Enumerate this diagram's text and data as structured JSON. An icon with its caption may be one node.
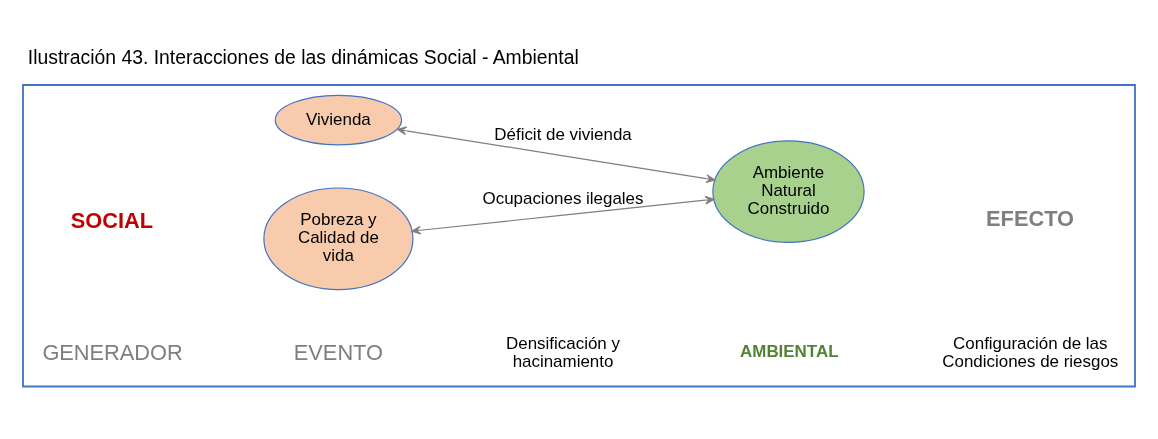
{
  "diagram": {
    "title": "Ilustración 43. Interacciones de las dinámicas Social - Ambiental",
    "nodes": [
      {
        "text": [],
        "shape": "box"
      },
      {
        "text": [
          "Vivienda"
        ],
        "in": 0
      },
      {
        "text": [
          "Pobreza y Calidad de vida"
        ],
        "in": 0
      },
      {
        "text": [
          "Ambiente Natural Construido"
        ],
        "in": 0
      }
    ],
    "edges": [
      {
        "from": 1,
        "to": 3,
        "arrow": "both",
        "label": "Déficit de vivienda"
      },
      {
        "from": 2,
        "to": 3,
        "arrow": "both",
        "label": "Ocupaciones ilegales"
      }
    ],
    "labels": [
      "GENERADOR",
      "SOCIAL",
      "EVENTO",
      "AMBIENTAL",
      "Configuración de las Condiciones de riesgos",
      "EFECTO",
      "Densificación y hacinamiento"
    ]
  }
}
